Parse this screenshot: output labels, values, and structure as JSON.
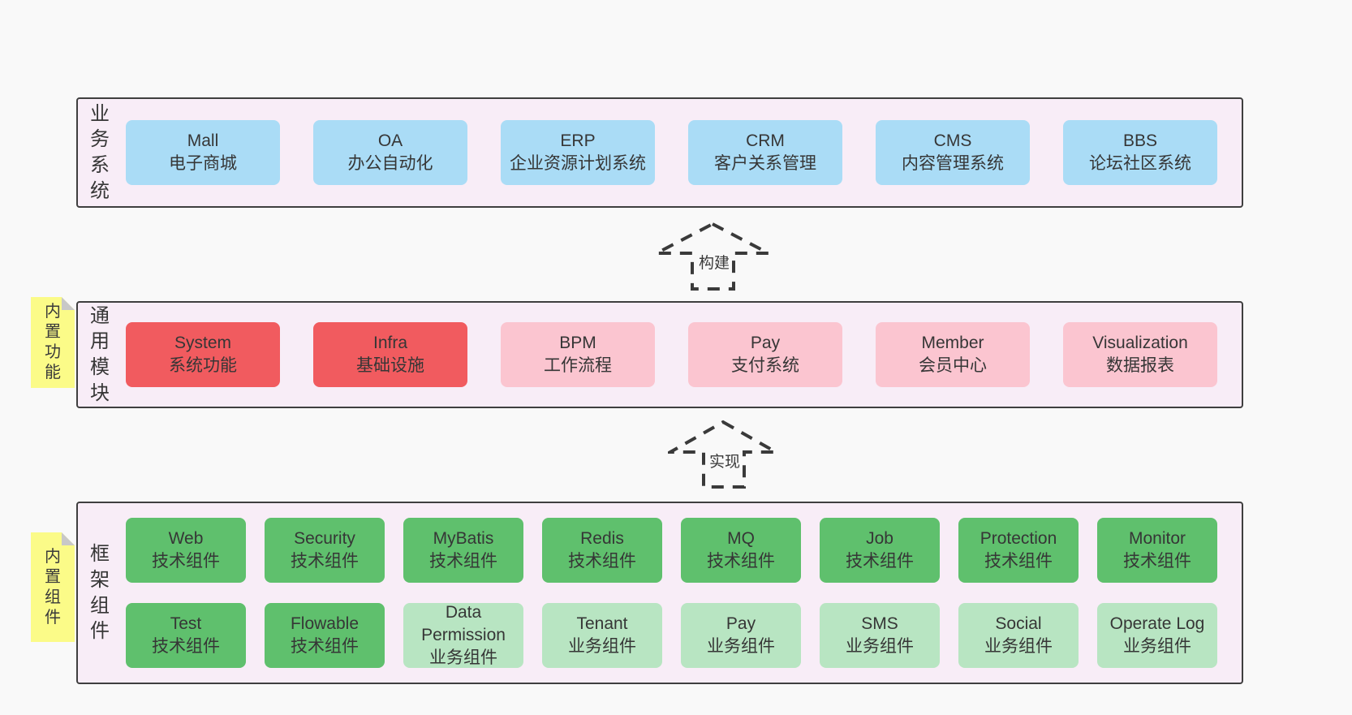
{
  "page": {
    "background": "#f9f9f9"
  },
  "colors": {
    "band_background": "#f8edf7",
    "band_border": "#3f3f3f",
    "blue_box": "#aadcf6",
    "red_box": "#f15b5f",
    "pink_box": "#fbc5d0",
    "green_box": "#5fc06d",
    "light_green_box": "#b8e5c2",
    "sticky_note": "#fbfb88",
    "sticky_fold": "#c8c8c8",
    "text": "#363636"
  },
  "arrows": [
    {
      "label": "构建"
    },
    {
      "label": "实现"
    }
  ],
  "bands": [
    {
      "id": "business-systems",
      "label": "业务系统",
      "sticky": null,
      "columns": 6,
      "rows": [
        [
          {
            "name": "Mall",
            "desc": "电子商城",
            "type": "blue"
          },
          {
            "name": "OA",
            "desc": "办公自动化",
            "type": "blue"
          },
          {
            "name": "ERP",
            "desc": "企业资源计划系统",
            "type": "blue"
          },
          {
            "name": "CRM",
            "desc": "客户关系管理",
            "type": "blue"
          },
          {
            "name": "CMS",
            "desc": "内容管理系统",
            "type": "blue"
          },
          {
            "name": "BBS",
            "desc": "论坛社区系统",
            "type": "blue"
          }
        ]
      ]
    },
    {
      "id": "common-modules",
      "label": "通用模块",
      "sticky": "内置功能",
      "columns": 6,
      "rows": [
        [
          {
            "name": "System",
            "desc": "系统功能",
            "type": "red"
          },
          {
            "name": "Infra",
            "desc": "基础设施",
            "type": "red"
          },
          {
            "name": "BPM",
            "desc": "工作流程",
            "type": "pink"
          },
          {
            "name": "Pay",
            "desc": "支付系统",
            "type": "pink"
          },
          {
            "name": "Member",
            "desc": "会员中心",
            "type": "pink"
          },
          {
            "name": "Visualization",
            "desc": "数据报表",
            "type": "pink"
          }
        ]
      ]
    },
    {
      "id": "framework-components",
      "label": "框架组件",
      "sticky": "内置组件",
      "columns": 8,
      "rows": [
        [
          {
            "name": "Web",
            "desc": "技术组件",
            "type": "green"
          },
          {
            "name": "Security",
            "desc": "技术组件",
            "type": "green"
          },
          {
            "name": "MyBatis",
            "desc": "技术组件",
            "type": "green"
          },
          {
            "name": "Redis",
            "desc": "技术组件",
            "type": "green"
          },
          {
            "name": "MQ",
            "desc": "技术组件",
            "type": "green"
          },
          {
            "name": "Job",
            "desc": "技术组件",
            "type": "green"
          },
          {
            "name": "Protection",
            "desc": "技术组件",
            "type": "green"
          },
          {
            "name": "Monitor",
            "desc": "技术组件",
            "type": "green"
          }
        ],
        [
          {
            "name": "Test",
            "desc": "技术组件",
            "type": "green"
          },
          {
            "name": "Flowable",
            "desc": "技术组件",
            "type": "green"
          },
          {
            "name": "Data Permission",
            "desc": "业务组件",
            "type": "lightgreen"
          },
          {
            "name": "Tenant",
            "desc": "业务组件",
            "type": "lightgreen"
          },
          {
            "name": "Pay",
            "desc": "业务组件",
            "type": "lightgreen"
          },
          {
            "name": "SMS",
            "desc": "业务组件",
            "type": "lightgreen"
          },
          {
            "name": "Social",
            "desc": "业务组件",
            "type": "lightgreen"
          },
          {
            "name": "Operate Log",
            "desc": "业务组件",
            "type": "lightgreen"
          }
        ]
      ]
    }
  ]
}
